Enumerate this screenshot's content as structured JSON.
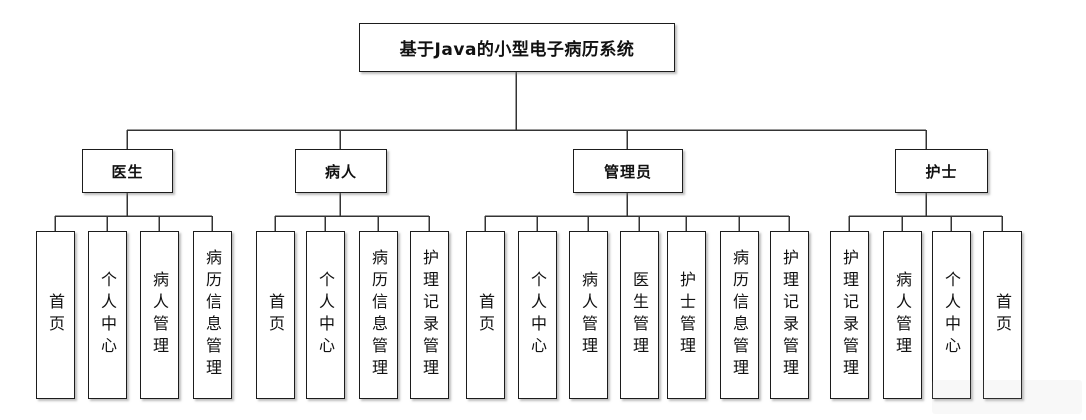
{
  "diagram": {
    "root_label": "基于Java的小型电子病历系统",
    "groups": [
      {
        "id": "doctor",
        "label": "医生",
        "children": [
          {
            "id": "home",
            "label": "首页"
          },
          {
            "id": "profile-center",
            "label": "个人中心"
          },
          {
            "id": "patient-management",
            "label": "病人管理"
          },
          {
            "id": "medical-record-info-management",
            "label": "病历信息管理"
          }
        ]
      },
      {
        "id": "patient",
        "label": "病人",
        "children": [
          {
            "id": "home",
            "label": "首页"
          },
          {
            "id": "profile-center",
            "label": "个人中心"
          },
          {
            "id": "medical-record-info-management",
            "label": "病历信息管理"
          },
          {
            "id": "nursing-record-management",
            "label": "护理记录管理"
          }
        ]
      },
      {
        "id": "admin",
        "label": "管理员",
        "children": [
          {
            "id": "home",
            "label": "首页"
          },
          {
            "id": "profile-center",
            "label": "个人中心"
          },
          {
            "id": "patient-management",
            "label": "病人管理"
          },
          {
            "id": "doctor-management",
            "label": "医生管理"
          },
          {
            "id": "nurse-management",
            "label": "护士管理"
          },
          {
            "id": "medical-record-info-management",
            "label": "病历信息管理"
          },
          {
            "id": "nursing-record-management",
            "label": "护理记录管理"
          }
        ]
      },
      {
        "id": "nurse",
        "label": "护士",
        "children": [
          {
            "id": "nursing-record-management",
            "label": "护理记录管理"
          },
          {
            "id": "patient-management",
            "label": "病人管理"
          },
          {
            "id": "profile-center",
            "label": "个人中心"
          },
          {
            "id": "home",
            "label": "首页"
          }
        ]
      }
    ],
    "colors": {
      "line": "#343434",
      "box_border": "#1c1c1c",
      "box_background": "#ffffff",
      "text": "#111111",
      "background": "#ffffff"
    }
  }
}
